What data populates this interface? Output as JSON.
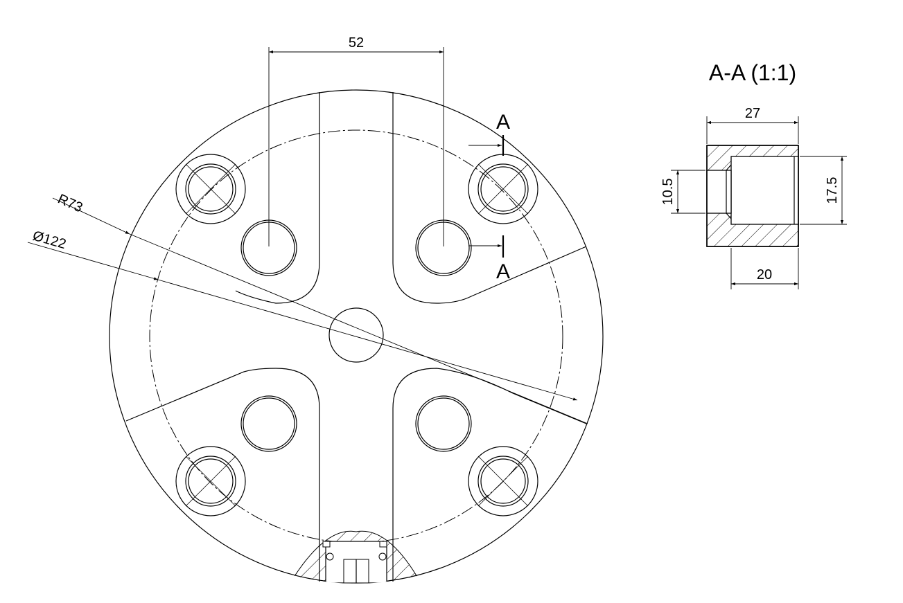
{
  "drawing": {
    "section_title": "A-A (1:1)",
    "section_marker": "A",
    "dimensions": {
      "top_spacing": "52",
      "radius": "R73",
      "diameter": "Ø122",
      "section_width_outer": "27",
      "section_width_inner": "20",
      "section_height_small": "10.5",
      "section_height_large": "17.5"
    }
  }
}
